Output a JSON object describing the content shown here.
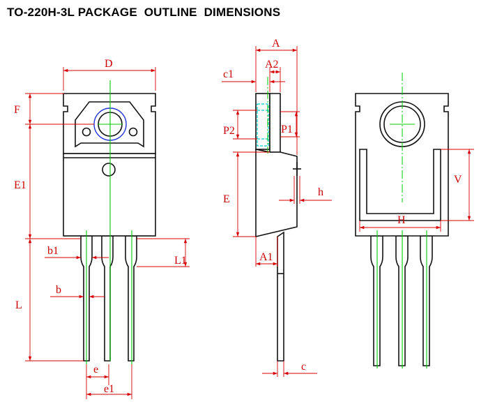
{
  "title": "TO-220H-3L PACKAGE  OUTLINE  DIMENSIONS",
  "labels": {
    "D": "D",
    "F": "F",
    "E1": "E1",
    "b1": "b1",
    "b": "b",
    "L": "L",
    "L1": "L1",
    "e": "e",
    "e1": "e1",
    "A": "A",
    "A2": "A2",
    "c1": "c1",
    "P2": "P2",
    "P1": "P1",
    "E": "E",
    "h": "h",
    "A1": "A1",
    "c": "c",
    "V": "V",
    "H": "H"
  },
  "colors": {
    "dimension": "#d40000",
    "centerline": "#00cc00",
    "outline": "#111111",
    "hole": "#2233dd"
  }
}
